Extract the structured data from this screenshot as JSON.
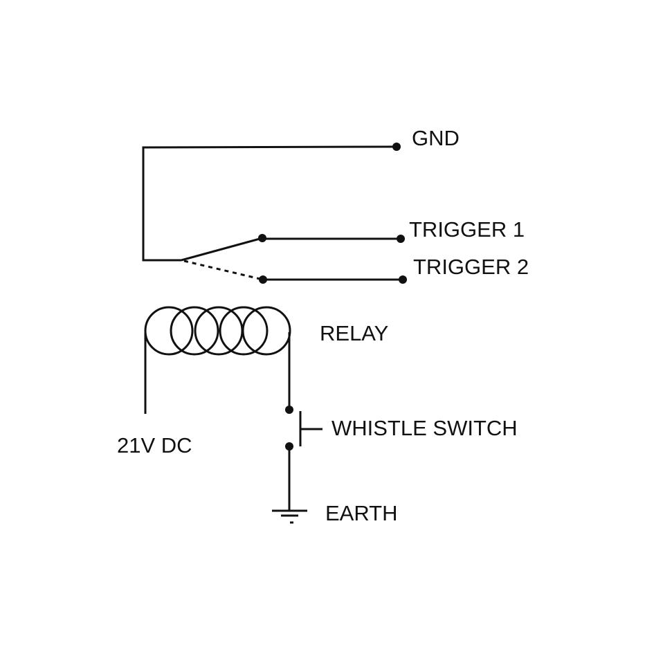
{
  "diagram": {
    "type": "relay-wiring-schematic",
    "labels": {
      "gnd": "GND",
      "trigger1": "TRIGGER 1",
      "trigger2": "TRIGGER 2",
      "relay": "RELAY",
      "supply": "21V DC",
      "switch": "WHISTLE SWITCH",
      "earth": "EARTH"
    },
    "components": [
      {
        "id": "relay-coil",
        "kind": "coil",
        "turns": 5
      },
      {
        "id": "relay-contact",
        "kind": "changeover-switch",
        "normally_connected": "TRIGGER 1",
        "alternate": "TRIGGER 2"
      },
      {
        "id": "whistle-switch",
        "kind": "push-button"
      },
      {
        "id": "earth",
        "kind": "ground-symbol"
      }
    ],
    "connections": [
      [
        "GND",
        "relay-contact.common"
      ],
      [
        "relay-contact.no",
        "TRIGGER 1"
      ],
      [
        "relay-contact.nc",
        "TRIGGER 2"
      ],
      [
        "21V DC",
        "relay-coil.a"
      ],
      [
        "relay-coil.b",
        "whistle-switch"
      ],
      [
        "whistle-switch",
        "EARTH"
      ]
    ],
    "colors": {
      "ink": "#111111",
      "background": "#ffffff"
    }
  }
}
